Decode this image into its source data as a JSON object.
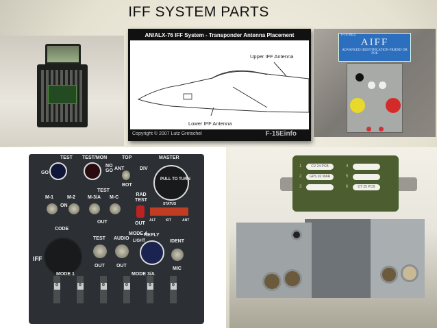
{
  "title": "IFF SYSTEM PARTS",
  "diagram": {
    "header": "AN/ALX-76 IFF System - Transponder Antenna Placement",
    "upper_label": "Upper IFF Antenna",
    "lower_label": "Lower IFF Antenna",
    "copyright": "Copyright © 2007 Lutz Gretschel",
    "brand": "F-15Einfo"
  },
  "aiff_sign": {
    "corner": "F-16 MLU",
    "title": "AIFF",
    "subtitle": "ADVANCED IDENTIFICATION FRIEND OR FOE"
  },
  "panel": {
    "test": "TEST",
    "test_mon": "TEST/MON",
    "go": "GO",
    "nogo": "NO GO",
    "top": "TOP",
    "bot": "BOT",
    "ant": "ANT",
    "div": "DIV",
    "master": "MASTER",
    "pull_to_turn": "PULL TO TURN",
    "test_group": "TEST",
    "m1": "M-1",
    "m2": "M-2",
    "m3a": "M-3/A",
    "mc": "M-C",
    "on": "ON",
    "out": "OUT",
    "rad_test": "RAD TEST",
    "status": "STATUS",
    "alt": "ALT",
    "kit": "KIT",
    "ant2": "ANT",
    "code": "CODE",
    "mode4": "MODE 4",
    "audio": "AUDIO",
    "light": "LIGHT",
    "reply": "REPLY",
    "ident": "IDENT",
    "mic": "MIC",
    "iff": "IFF",
    "mode1": "MODE 1",
    "mode3a": "MODE 3/A",
    "wheels": [
      "0",
      "0",
      "0",
      "0",
      "0",
      "0"
    ]
  },
  "antenna_labels": [
    "1",
    "2",
    "3",
    "4",
    "5",
    "6"
  ],
  "antenna_slots": [
    "CV 24 PCB",
    "GPS 02 WAR",
    "",
    "",
    "",
    "DT 25 PCB"
  ]
}
